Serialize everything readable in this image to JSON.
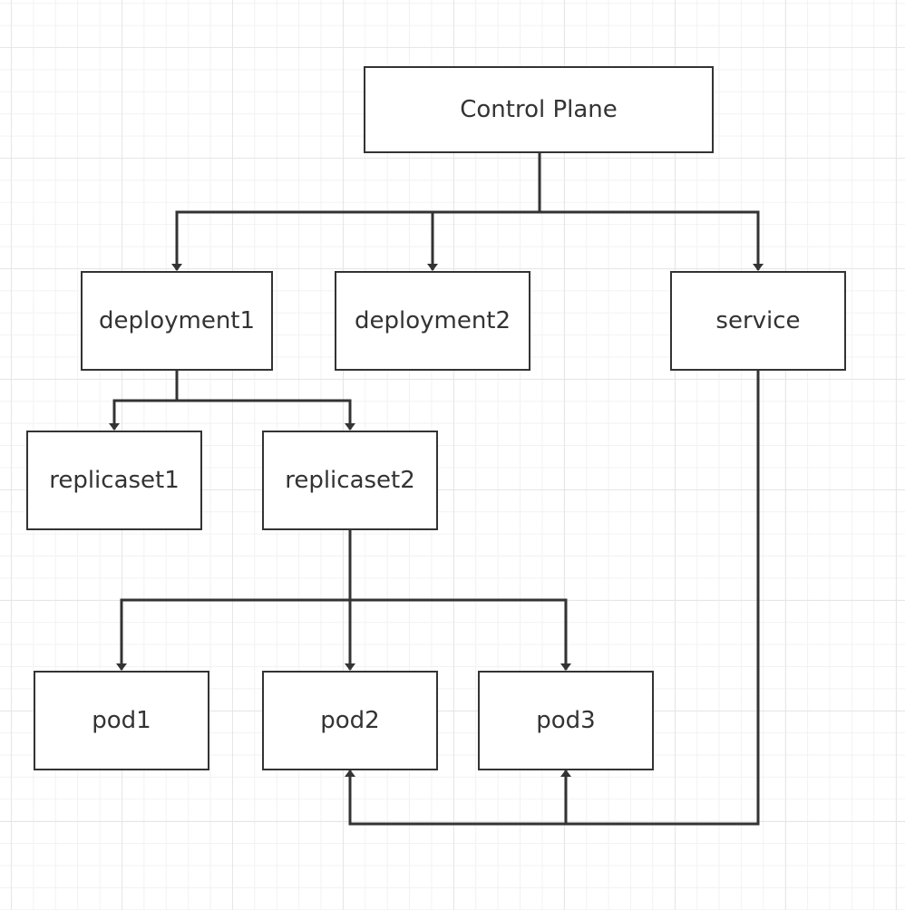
{
  "diagram": {
    "nodes": {
      "control_plane": "Control Plane",
      "deployment1": "deployment1",
      "deployment2": "deployment2",
      "service": "service",
      "replicaset1": "replicaset1",
      "replicaset2": "replicaset2",
      "pod1": "pod1",
      "pod2": "pod2",
      "pod3": "pod3"
    },
    "edges": [
      {
        "from": "control_plane",
        "to": "deployment1"
      },
      {
        "from": "control_plane",
        "to": "deployment2"
      },
      {
        "from": "control_plane",
        "to": "service"
      },
      {
        "from": "deployment1",
        "to": "replicaset1"
      },
      {
        "from": "deployment1",
        "to": "replicaset2"
      },
      {
        "from": "replicaset2",
        "to": "pod1"
      },
      {
        "from": "replicaset2",
        "to": "pod2"
      },
      {
        "from": "replicaset2",
        "to": "pod3"
      },
      {
        "from": "service",
        "to": "pod2"
      },
      {
        "from": "service",
        "to": "pod3"
      }
    ],
    "colors": {
      "stroke": "#333333",
      "text": "#333333",
      "background": "#ffffff",
      "grid": "#e6e6e6"
    }
  }
}
